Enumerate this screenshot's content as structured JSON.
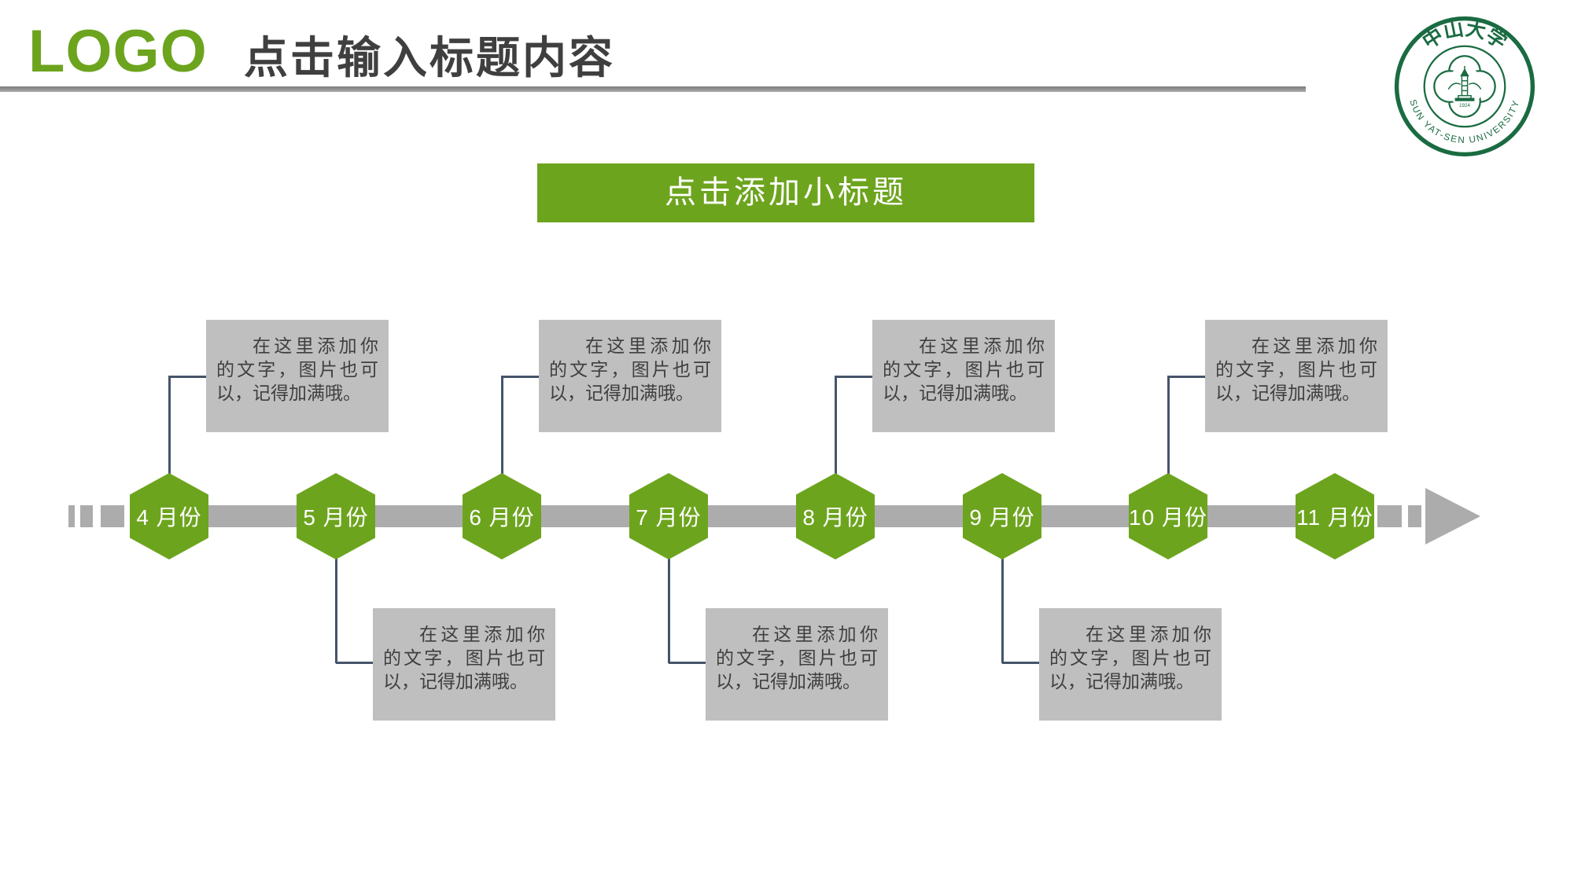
{
  "header": {
    "logo_text": "LOGO",
    "title": "点击输入标题内容"
  },
  "seal": {
    "name_cn": "中山大学",
    "name_en": "SUN YAT-SEN UNIVERSITY",
    "year": "1924"
  },
  "banner": {
    "label": "点击添加小标题"
  },
  "timeline": {
    "note_text": "在这里添加你的文字，图片也可以，记得加满哦。",
    "milestones": [
      {
        "label": "4 月份",
        "note": "above"
      },
      {
        "label": "5 月份",
        "note": "below"
      },
      {
        "label": "6 月份",
        "note": "above"
      },
      {
        "label": "7 月份",
        "note": "below"
      },
      {
        "label": "8 月份",
        "note": "above"
      },
      {
        "label": "9 月份",
        "note": "below"
      },
      {
        "label": "10 月份",
        "note": "above"
      },
      {
        "label": "11 月份",
        "note": "none"
      }
    ]
  },
  "colors": {
    "accent_green": "#6DA41E",
    "seal_green": "#1A6B42",
    "bar_gray": "#ACACAC",
    "box_gray": "#BFBFBF",
    "text_dark": "#3F3F3F",
    "connector": "#44546A"
  }
}
